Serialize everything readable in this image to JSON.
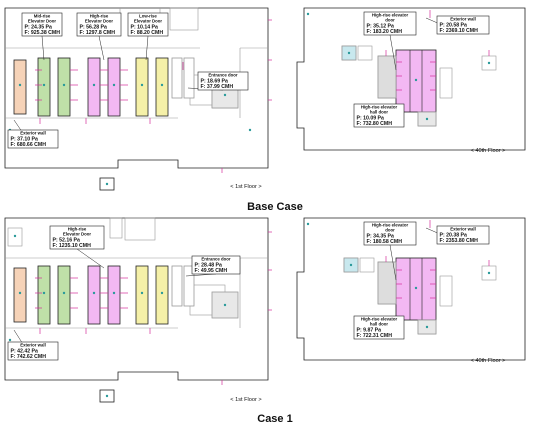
{
  "cases": [
    {
      "title": "Base Case",
      "floor1": {
        "label": "< 1st Floor >",
        "callouts": [
          {
            "name": "Mid-rise Elevator Door",
            "title": [
              "Mid-rise",
              "Elevator Door"
            ],
            "p": "P: 24.35 Pa",
            "f": "F: 925.38 CMH"
          },
          {
            "name": "High-rise Elevator Door",
            "title": [
              "High-rise",
              "Elevator Door"
            ],
            "p": "P: 56.28 Pa",
            "f": "F: 1297.8 CMH"
          },
          {
            "name": "Low-rise Elevator Door",
            "title": [
              "Low-rise",
              "Elevator Door"
            ],
            "p": "P: 10.14 Pa",
            "f": "F: 88.20 CMH"
          },
          {
            "name": "Entrance door",
            "title": [
              "Entrance door"
            ],
            "p": "P: 18.69 Pa",
            "f": "F: 37.99 CMH"
          },
          {
            "name": "Exterior wall",
            "title": [
              "Exterior wall"
            ],
            "p": "P: 37.10 Pa",
            "f": "F: 680.66 CMH"
          }
        ]
      },
      "floor40": {
        "label": "< 40th Floor >",
        "callouts": [
          {
            "name": "High-rise elevator door",
            "title": [
              "High-rise elevator",
              "door"
            ],
            "p": "P: 35.12 Pa",
            "f": "F: 183.20 CMH"
          },
          {
            "name": "Exterior wall",
            "title": [
              "Exterior wall"
            ],
            "p": "P: 20.58 Pa",
            "f": "F: 2369.10 CMH"
          },
          {
            "name": "High-rise elevator hall door",
            "title": [
              "High-rise elevator",
              "hall door"
            ],
            "p": "P: 10.09 Pa",
            "f": "F: 732.80 CMH"
          }
        ]
      }
    },
    {
      "title": "Case 1",
      "floor1": {
        "label": "< 1st Floor >",
        "callouts": [
          {
            "name": "High-rise Elevator Door",
            "title": [
              "High-rise",
              "Elevator Door"
            ],
            "p": "P: 52.16 Pa",
            "f": "F: 1235.10 CMH"
          },
          {
            "name": "Entrance door",
            "title": [
              "Entrance door"
            ],
            "p": "P: 28.48 Pa",
            "f": "F: 49.95 CMH"
          },
          {
            "name": "Exterior wall",
            "title": [
              "Exterior wall"
            ],
            "p": "P: 42.42 Pa",
            "f": "F: 742.62 CMH"
          }
        ]
      },
      "floor40": {
        "label": "< 40th Floor >",
        "callouts": [
          {
            "name": "High-rise elevator door",
            "title": [
              "High-rise elevator",
              "door"
            ],
            "p": "P: 34.35 Pa",
            "f": "F: 180.58 CMH"
          },
          {
            "name": "Exterior wall",
            "title": [
              "Exterior wall"
            ],
            "p": "P: 20.38 Pa",
            "f": "F: 2353.80 CMH"
          },
          {
            "name": "High-rise elevator hall door",
            "title": [
              "High-rise elevator",
              "hall door"
            ],
            "p": "P: 9.87 Pa",
            "f": "F: 722.31 CMH"
          }
        ]
      }
    }
  ],
  "colors": {
    "wall": "#222222",
    "room": "#999999",
    "mid_rise_shaft": "#bfe0a8",
    "high_rise_shaft": "#f3b8f3",
    "low_rise_shaft": "#f5f0a8",
    "service_shaft": "#f6d3b8",
    "stair": "#c8e8ee",
    "arrow": "#d4309a",
    "node": "#2a9a9a",
    "callout_border": "#222222"
  }
}
